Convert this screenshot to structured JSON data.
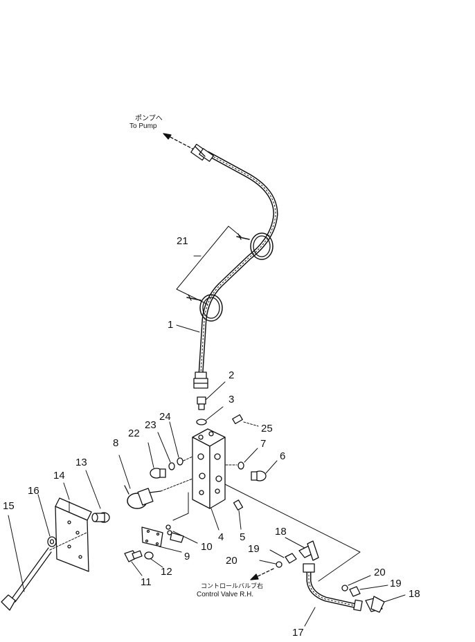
{
  "notes": {
    "to_pump_jp": "ポンプへ",
    "to_pump_en": "To Pump",
    "control_valve_jp": "コントロールバルブ右",
    "control_valve_en": "Control Valve R.H."
  },
  "callouts": {
    "c1": "1",
    "c2": "2",
    "c3": "3",
    "c4": "4",
    "c5": "5",
    "c6": "6",
    "c7": "7",
    "c8": "8",
    "c9": "9",
    "c10": "10",
    "c11": "11",
    "c12": "12",
    "c13": "13",
    "c14": "14",
    "c15": "15",
    "c16": "16",
    "c17": "17",
    "c18a": "18",
    "c18b": "18",
    "c19a": "19",
    "c19b": "19",
    "c20a": "20",
    "c20b": "20",
    "c21": "21",
    "c22": "22",
    "c23": "23",
    "c24": "24",
    "c25": "25"
  }
}
